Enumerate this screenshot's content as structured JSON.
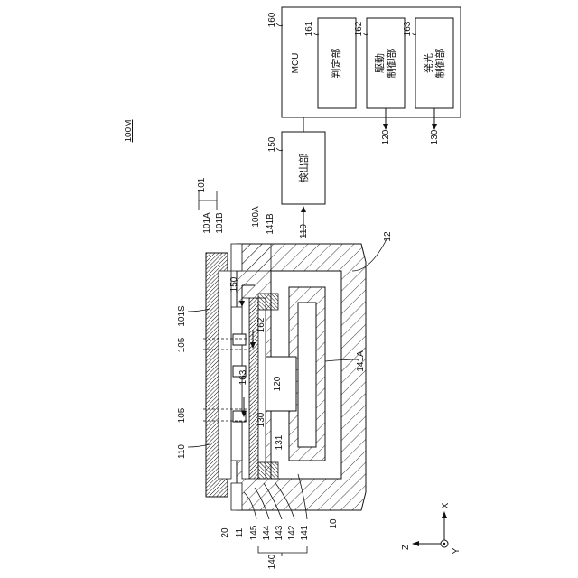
{
  "figure": {
    "label_100M": "100M",
    "labels": {
      "l160": "160",
      "l161": "161",
      "l162": "162",
      "l163": "163",
      "l150": "150",
      "l120": "120",
      "l130": "130",
      "l110": "110",
      "l101": "101",
      "l101A": "101A",
      "l101B": "101B",
      "l100A": "100A",
      "l141B": "141B",
      "l12": "12",
      "l101S": "101S",
      "l150b": "150",
      "l162b": "162",
      "l105a": "105",
      "l105b": "105",
      "l163b": "163",
      "l120b": "120",
      "l130b": "130",
      "l131": "131",
      "l141A": "141A",
      "l110b": "110",
      "l20": "20",
      "l11": "11",
      "l145": "145",
      "l144": "144",
      "l143": "143",
      "l142": "142",
      "l141": "141",
      "l10": "10",
      "l140": "140"
    },
    "blocks": {
      "mcu": "MCU",
      "judge": "判定部",
      "drive": "駆動\n制御部",
      "emit": "発光\n制御部",
      "detect": "検出部"
    },
    "axes": {
      "x": "X",
      "z": "Z",
      "y": "Y"
    }
  }
}
